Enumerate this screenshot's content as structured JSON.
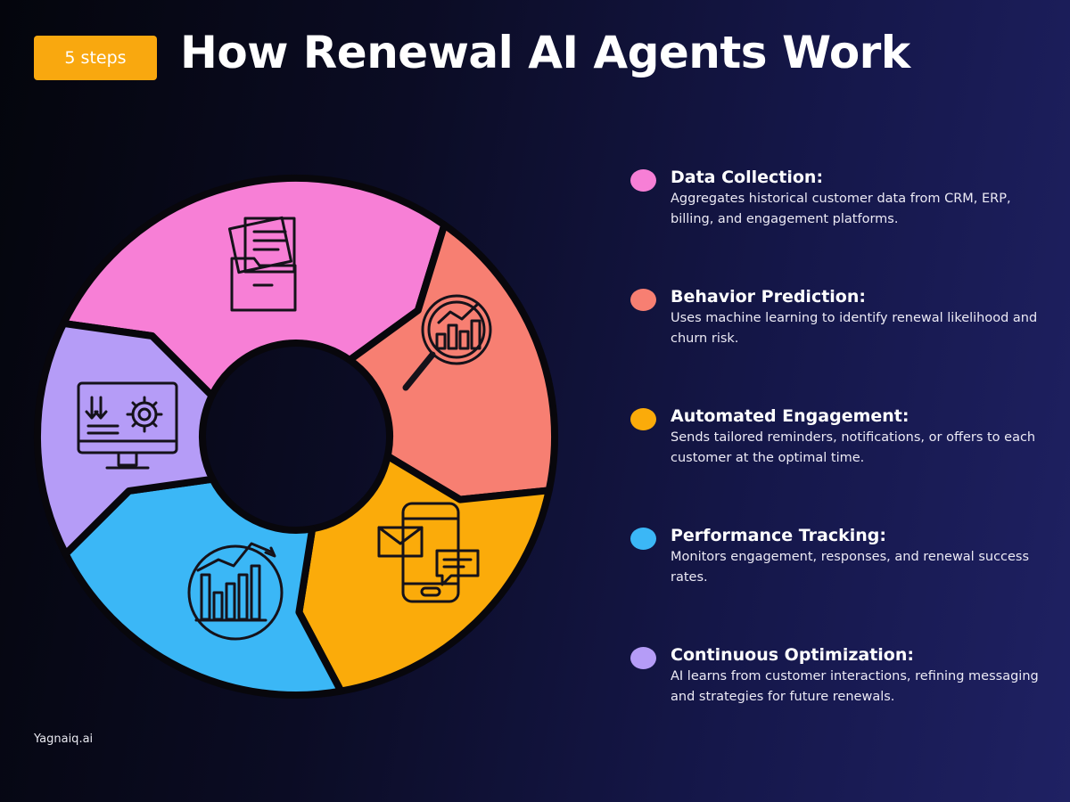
{
  "badge": "5 steps",
  "title": "How Renewal AI Agents Work",
  "footer": "Yagnaiq.ai",
  "steps": [
    {
      "title": "Data Collection:",
      "description": "Aggregates historical customer data from CRM, ERP, billing, and engagement platforms.",
      "color": "#f77fd6",
      "icon": "folder-documents-icon"
    },
    {
      "title": "Behavior Prediction:",
      "description": "Uses machine learning to identify renewal likelihood and churn risk.",
      "color": "#f77f72",
      "icon": "magnifier-chart-icon"
    },
    {
      "title": "Automated Engagement:",
      "description": "Sends tailored reminders, notifications, or offers to each customer at the optimal time.",
      "color": "#fbab0a",
      "icon": "phone-message-icon"
    },
    {
      "title": "Performance Tracking:",
      "description": "Monitors engagement, responses, and renewal success rates.",
      "color": "#3bb7f6",
      "icon": "growth-chart-icon"
    },
    {
      "title": "Continuous Optimization:",
      "description": "AI learns from customer interactions, refining messaging and strategies for future renewals.",
      "color": "#b59cf7",
      "icon": "monitor-gear-icon"
    }
  ]
}
